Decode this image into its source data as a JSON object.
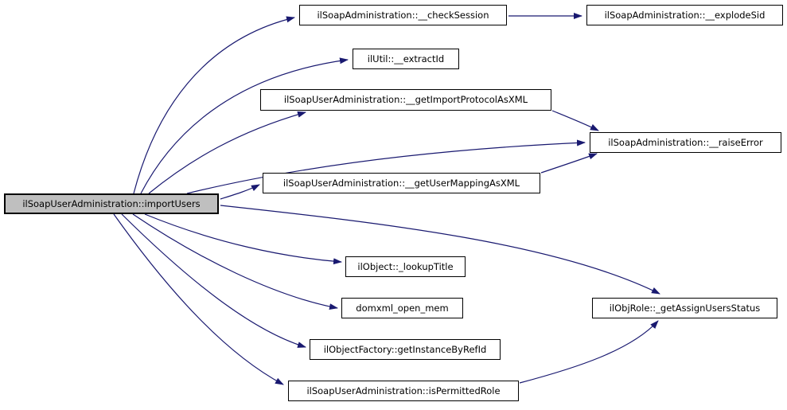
{
  "diagram": {
    "type": "call-graph",
    "colors": {
      "edge": "#191970",
      "node_border": "#000000",
      "node_fill": "#ffffff",
      "highlight_fill": "#bfbfbf",
      "text": "#000000",
      "background": "#ffffff"
    },
    "nodes": [
      {
        "id": "importUsers",
        "label": "ilSoapUserAdministration::importUsers",
        "highlighted": true
      },
      {
        "id": "checkSession",
        "label": "ilSoapAdministration::__checkSession",
        "highlighted": false
      },
      {
        "id": "explodeSid",
        "label": "ilSoapAdministration::__explodeSid",
        "highlighted": false
      },
      {
        "id": "extractId",
        "label": "ilUtil::__extractId",
        "highlighted": false
      },
      {
        "id": "getImportProtocolAsXML",
        "label": "ilSoapUserAdministration::__getImportProtocolAsXML",
        "highlighted": false
      },
      {
        "id": "raiseError",
        "label": "ilSoapAdministration::__raiseError",
        "highlighted": false
      },
      {
        "id": "getUserMappingAsXML",
        "label": "ilSoapUserAdministration::__getUserMappingAsXML",
        "highlighted": false
      },
      {
        "id": "lookupTitle",
        "label": "ilObject::_lookupTitle",
        "highlighted": false
      },
      {
        "id": "domxmlOpenMem",
        "label": "domxml_open_mem",
        "highlighted": false
      },
      {
        "id": "getAssignUsersStatus",
        "label": "ilObjRole::_getAssignUsersStatus",
        "highlighted": false
      },
      {
        "id": "getInstanceByRefId",
        "label": "ilObjectFactory::getInstanceByRefId",
        "highlighted": false
      },
      {
        "id": "isPermittedRole",
        "label": "ilSoapUserAdministration::isPermittedRole",
        "highlighted": false
      }
    ],
    "edges": [
      {
        "from": "importUsers",
        "to": "checkSession"
      },
      {
        "from": "checkSession",
        "to": "explodeSid"
      },
      {
        "from": "importUsers",
        "to": "extractId"
      },
      {
        "from": "importUsers",
        "to": "getImportProtocolAsXML"
      },
      {
        "from": "importUsers",
        "to": "raiseError"
      },
      {
        "from": "importUsers",
        "to": "getUserMappingAsXML"
      },
      {
        "from": "importUsers",
        "to": "getAssignUsersStatus"
      },
      {
        "from": "importUsers",
        "to": "lookupTitle"
      },
      {
        "from": "importUsers",
        "to": "domxmlOpenMem"
      },
      {
        "from": "importUsers",
        "to": "getInstanceByRefId"
      },
      {
        "from": "importUsers",
        "to": "isPermittedRole"
      },
      {
        "from": "getImportProtocolAsXML",
        "to": "raiseError"
      },
      {
        "from": "getUserMappingAsXML",
        "to": "raiseError"
      },
      {
        "from": "isPermittedRole",
        "to": "getAssignUsersStatus"
      }
    ]
  }
}
